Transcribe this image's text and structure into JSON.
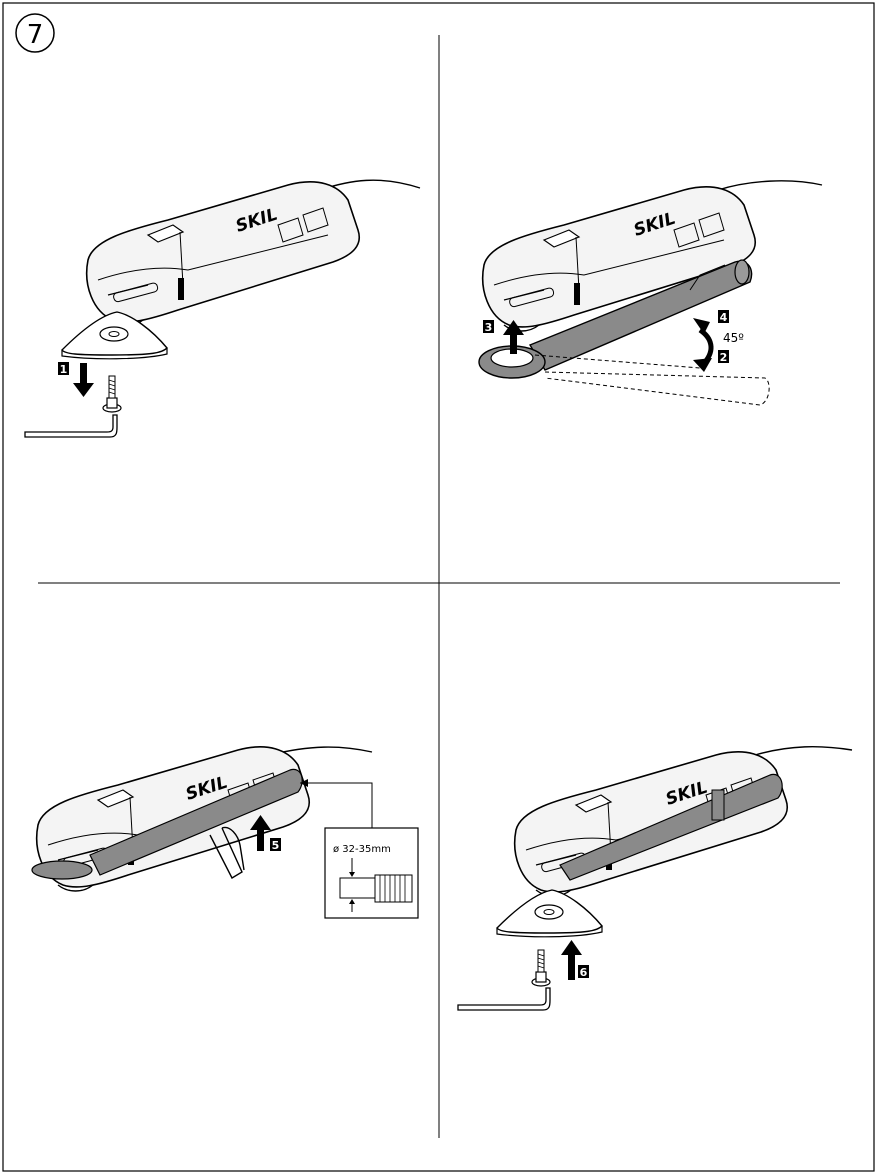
{
  "figure_number": "7",
  "brand": "SKIL",
  "panel1": {
    "step": "1"
  },
  "panel2": {
    "steps": [
      "2",
      "3",
      "4"
    ],
    "angle": "45º"
  },
  "panel3": {
    "step": "5",
    "hose_diameter": "ø 32-35mm"
  },
  "panel4": {
    "step": "6"
  },
  "colors": {
    "line": "#000000",
    "gray": "#8a8a8a",
    "light": "#f4f4f4"
  }
}
